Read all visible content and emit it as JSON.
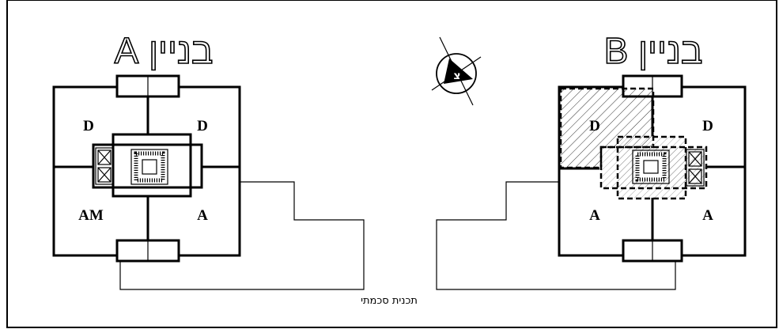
{
  "building_a": {
    "title": "בניין A",
    "units": {
      "top_left": "D",
      "top_right": "D",
      "bottom_left": "AM",
      "bottom_right": "A"
    }
  },
  "building_b": {
    "title": "בניין B",
    "units": {
      "top_left": "D",
      "top_right": "D",
      "bottom_left": "A",
      "bottom_right": "A"
    }
  },
  "compass": {
    "letter": "צ"
  },
  "caption": "תכנית סכמתי"
}
